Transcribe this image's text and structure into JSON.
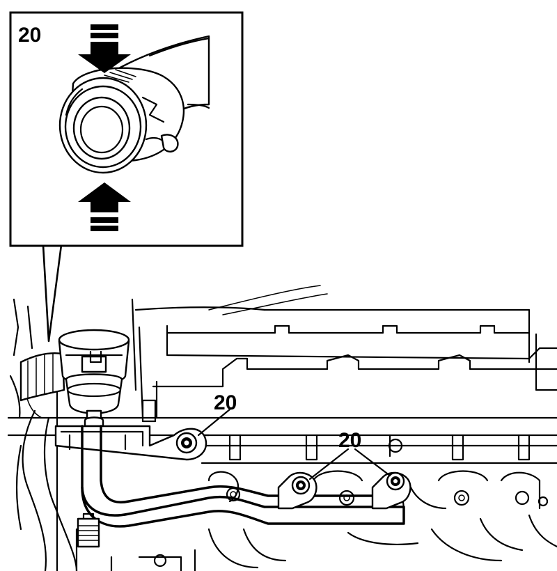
{
  "inset": {
    "label": "20"
  },
  "callouts": {
    "single_bolt_label": "20",
    "pair_bolts_label": "20"
  }
}
